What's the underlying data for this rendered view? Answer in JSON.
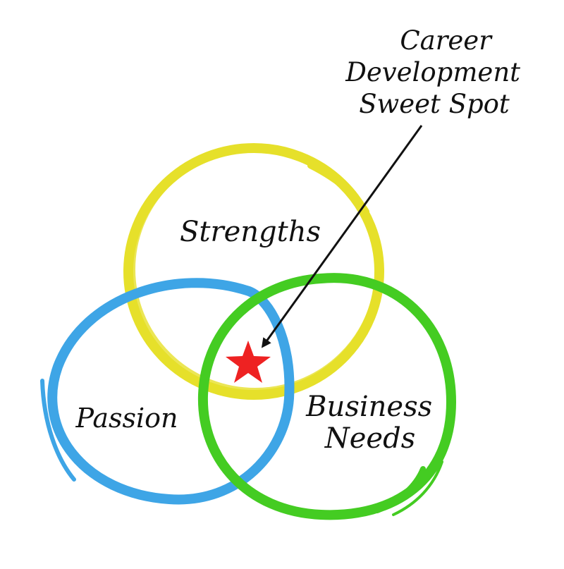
{
  "callout": {
    "lines": [
      "Career",
      "Development",
      "Sweet Spot"
    ]
  },
  "circles": {
    "strengths": {
      "label": "Strengths",
      "color": "#e6e02a"
    },
    "passion": {
      "label": "Passion",
      "color": "#3ea5e6"
    },
    "business_needs": {
      "label_lines": [
        "Business",
        "Needs"
      ],
      "color": "#44cc22"
    }
  },
  "sweet_spot_marker": {
    "icon": "star-icon",
    "color": "#ee2222"
  },
  "arrow_color": "#111111"
}
